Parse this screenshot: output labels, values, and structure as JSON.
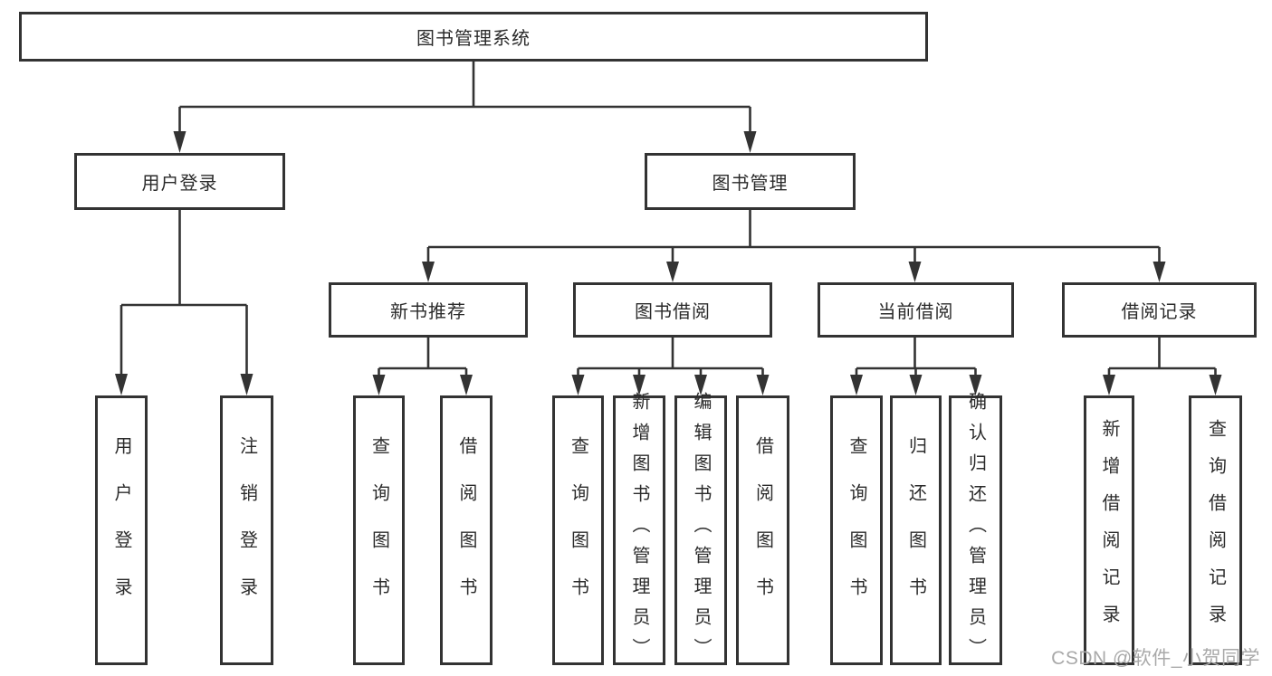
{
  "diagram": {
    "title": "图书管理系统",
    "nodes": {
      "root": "图书管理系统",
      "user_login": "用户登录",
      "book_mgmt": "图书管理",
      "new_rec": "新书推荐",
      "book_borrow": "图书借阅",
      "cur_borrow": "当前借阅",
      "borrow_rec": "借阅记录",
      "leaf_user_login": "用户登录",
      "leaf_logout": "注销登录",
      "leaf_query_book_1": "查询图书",
      "leaf_borrow_book_1": "借阅图书",
      "leaf_query_book_2": "查询图书",
      "leaf_add_book": "新增图书（管理员）",
      "leaf_edit_book": "编辑图书（管理员）",
      "leaf_borrow_book_2": "借阅图书",
      "leaf_query_book_3": "查询图书",
      "leaf_return_book": "归还图书",
      "leaf_confirm_return": "确认归还（管理员）",
      "leaf_add_record": "新增借阅记录",
      "leaf_query_record": "查询借阅记录"
    }
  },
  "watermark": {
    "text": "CSDN @软件_小贺同学"
  },
  "colors": {
    "line": "#333333",
    "text": "#2b2b2b",
    "watermark": "#a9a9a9",
    "background": "#ffffff"
  }
}
